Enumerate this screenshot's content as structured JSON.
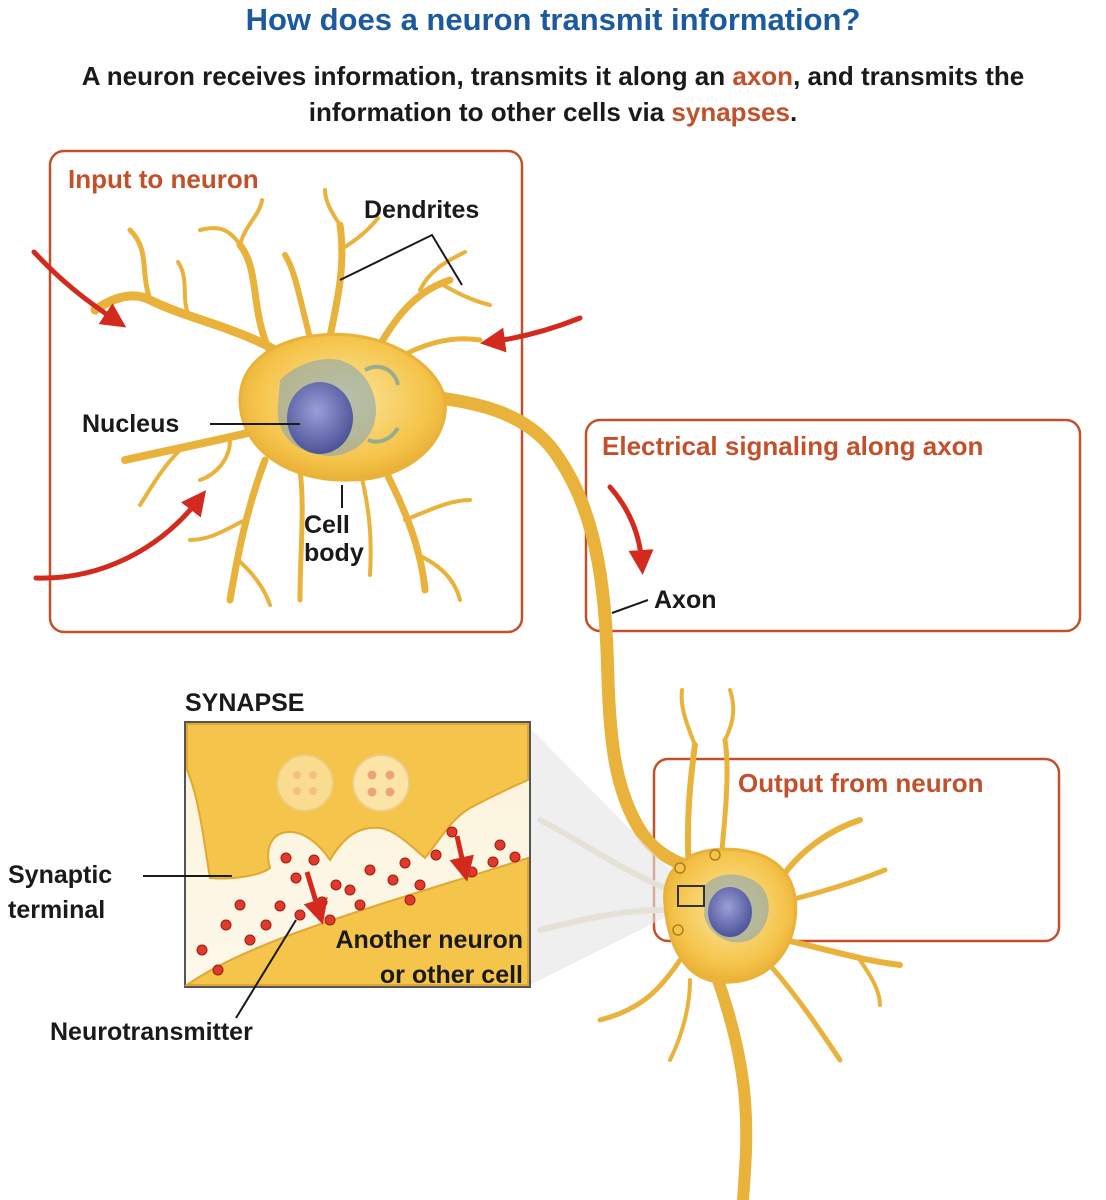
{
  "header": {
    "title": "How does a neuron transmit information?",
    "subtitle_part1": "A neuron receives information, transmits it along an ",
    "subtitle_axon": "axon",
    "subtitle_part2": ", and transmits the information to other cells via ",
    "subtitle_synapses": "synapses",
    "subtitle_end": "."
  },
  "boxes": {
    "input": "Input to neuron",
    "electrical": "Electrical signaling along axon",
    "output": "Output from neuron"
  },
  "labels": {
    "dendrites": "Dendrites",
    "nucleus": "Nucleus",
    "cell_body_1": "Cell",
    "cell_body_2": "body",
    "axon": "Axon",
    "synapse": "SYNAPSE",
    "synaptic_terminal_1": "Synaptic",
    "synaptic_terminal_2": "terminal",
    "another_neuron_1": "Another neuron",
    "another_neuron_2": "or other cell",
    "neurotransmitter": "Neurotransmitter"
  },
  "colors": {
    "title": "#1c5aa0",
    "accent": "#c2512b",
    "neuron_fill": "#f5c44a",
    "neuron_stroke": "#d9a02a",
    "arrow": "#d42a1e",
    "nucleus": "#6c74b8"
  }
}
